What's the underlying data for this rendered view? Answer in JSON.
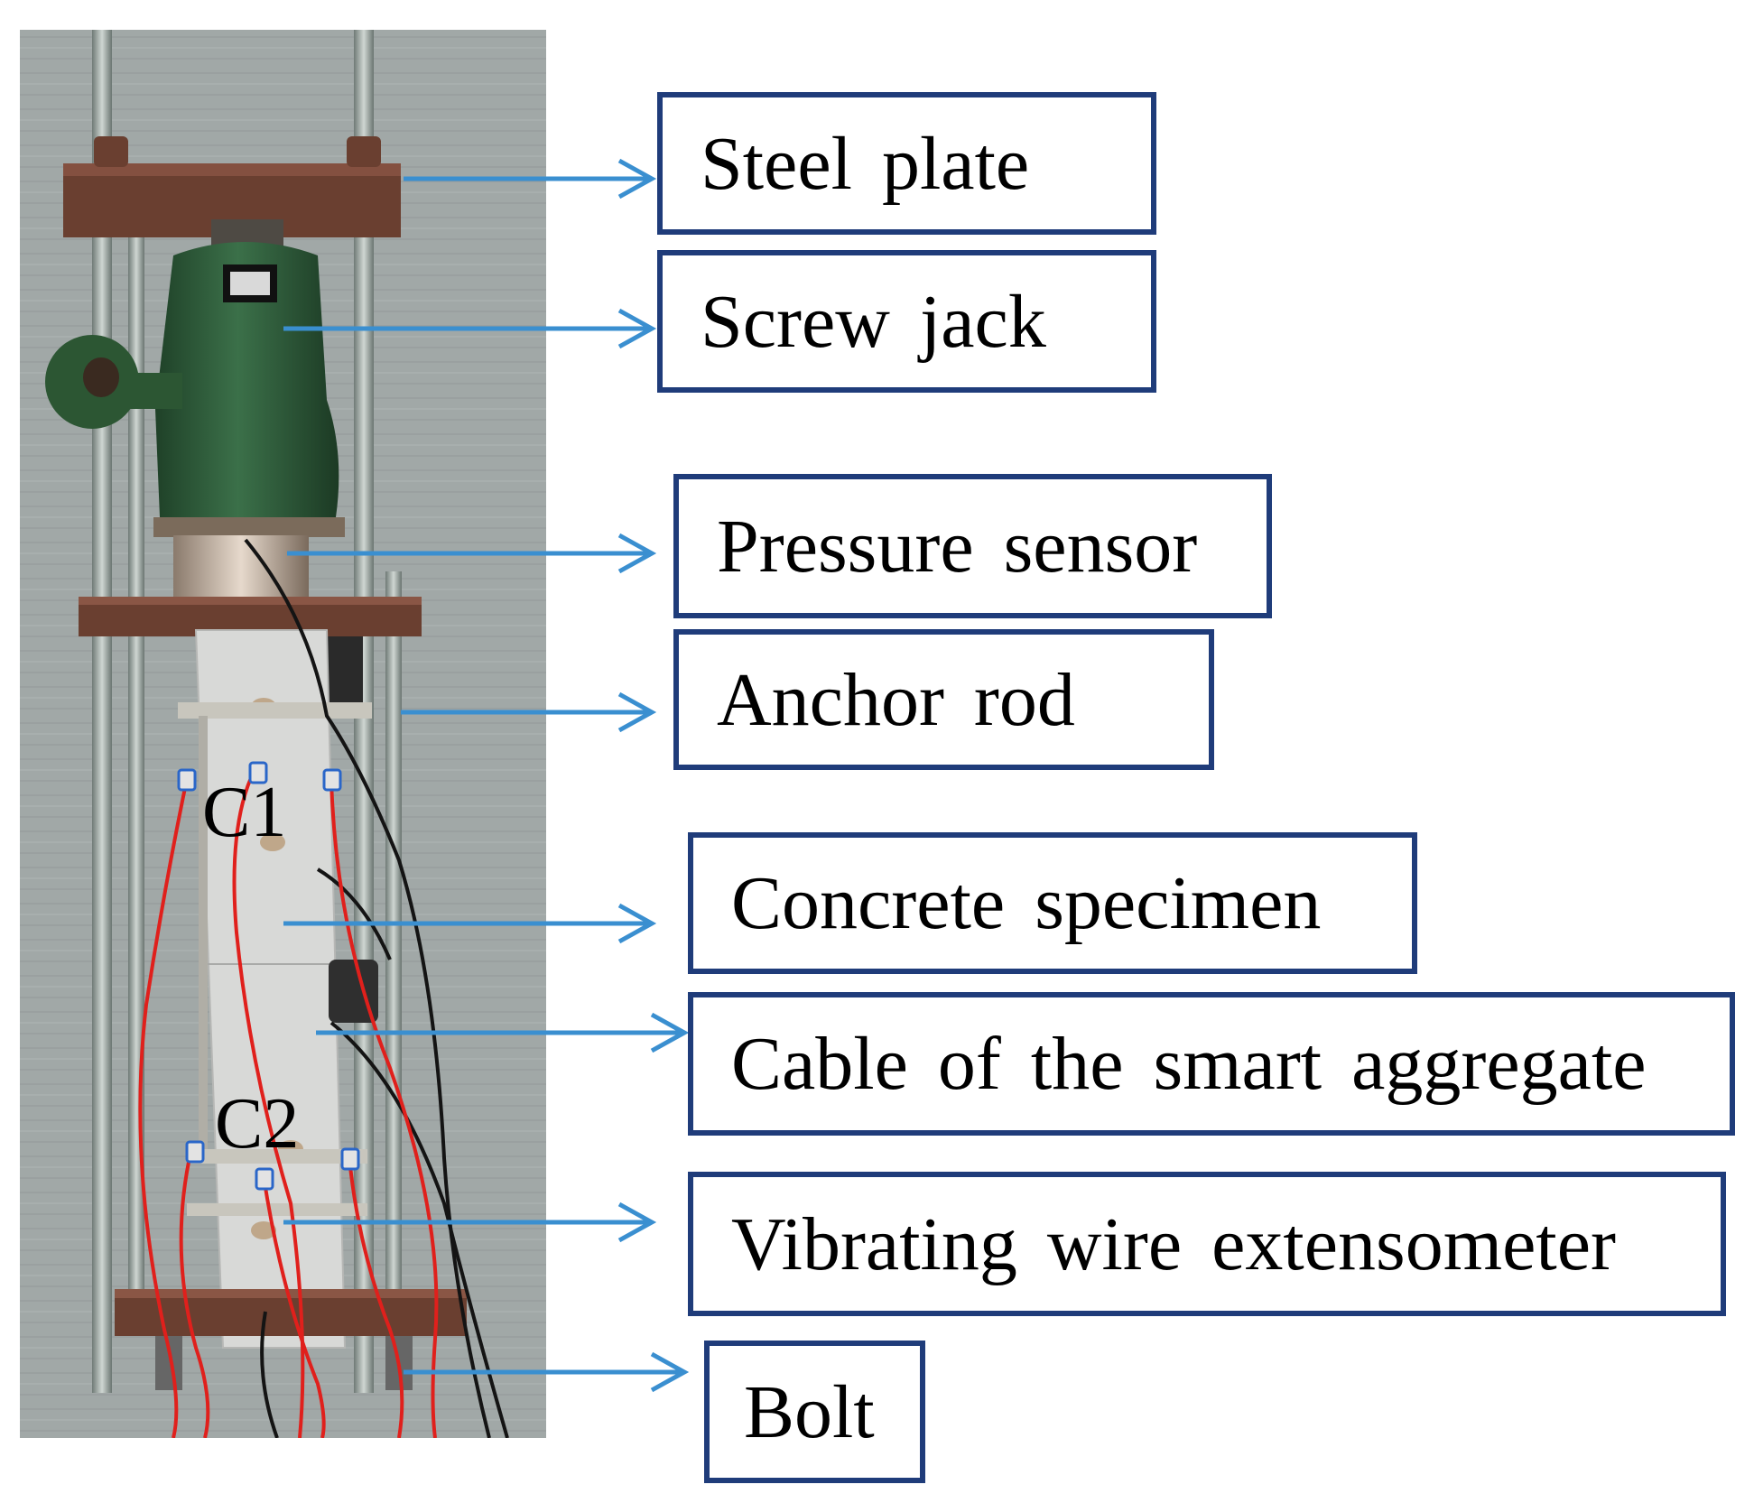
{
  "labels": {
    "steel_plate": "Steel plate",
    "screw_jack": "Screw jack",
    "pressure_sensor": "Pressure sensor",
    "anchor_rod": "Anchor rod",
    "concrete_specimen": "Concrete specimen",
    "cable": "Cable of the smart aggregate",
    "extensometer": "Vibrating wire extensometer",
    "bolt": "Bolt"
  },
  "markers": {
    "c1": "C1",
    "c2": "C2"
  },
  "colors": {
    "box_border": "#1f3c7a",
    "arrow": "#3a8fd0",
    "wire_red": "#e0201c",
    "jack_green": "#2f5e3a",
    "plate_rust": "#6a3f30"
  }
}
